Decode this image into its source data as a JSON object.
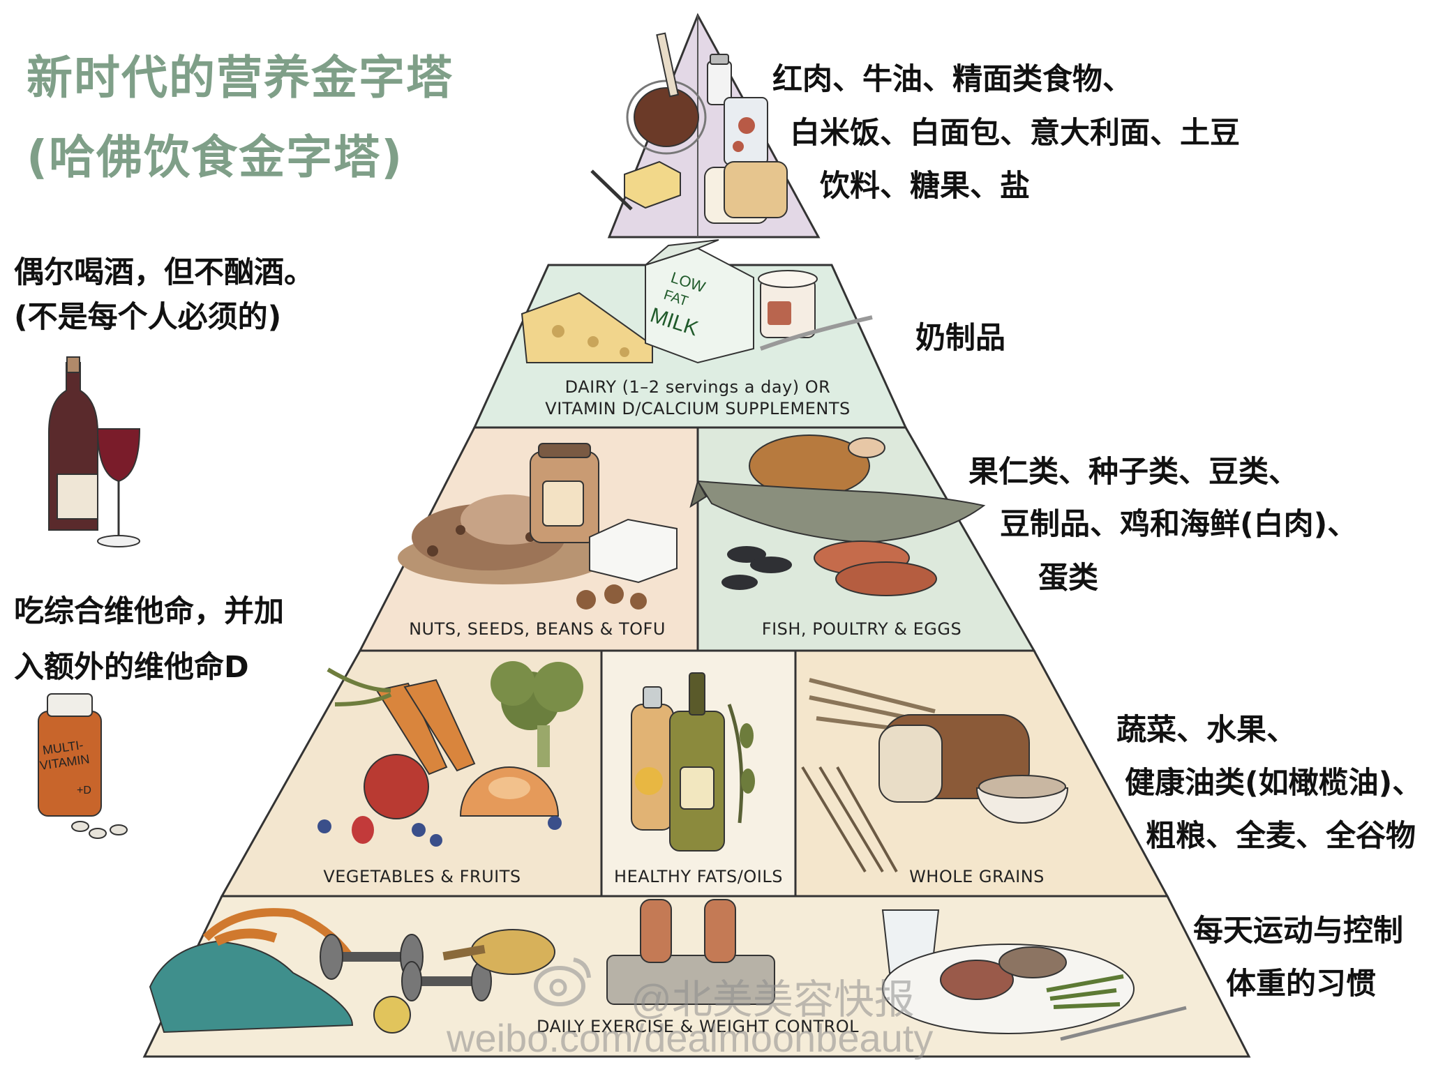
{
  "title": {
    "line1": "新时代的营养金字塔",
    "line2": "(哈佛饮食金字塔)"
  },
  "left_notes": {
    "alcohol": [
      "偶尔喝酒，但不酗酒。",
      "(不是每个人必须的)"
    ],
    "vitamin": [
      "吃综合维他命，并加",
      "入额外的维他命D"
    ]
  },
  "right_notes": {
    "top": [
      "红肉、牛油、精面类食物、",
      "白米饭、白面包、意大利面、土豆",
      "饮料、糖果、盐"
    ],
    "dairy": [
      "奶制品"
    ],
    "protein": [
      "果仁类、种子类、豆类、",
      "豆制品、鸡和海鲜(白肉)、",
      "蛋类"
    ],
    "plants": [
      "蔬菜、水果、",
      "健康油类(如橄榄油)、",
      "粗粮、全麦、全谷物"
    ],
    "exercise": [
      "每天运动与控制",
      "体重的习惯"
    ]
  },
  "pyramid": {
    "dairy_caption": [
      "DAIRY (1–2 servings a day) OR",
      "VITAMIN D/CALCIUM SUPPLEMENTS"
    ],
    "nuts_caption": "NUTS, SEEDS, BEANS & TOFU",
    "fish_caption": "FISH, POULTRY & EGGS",
    "veg_caption": "VEGETABLES & FRUITS",
    "oils_caption": "HEALTHY FATS/OILS",
    "grains_caption": "WHOLE GRAINS",
    "exercise_caption": "DAILY EXERCISE & WEIGHT CONTROL"
  },
  "illustration_labels": {
    "milk_carton": [
      "LOW",
      "FAT",
      "MILK"
    ],
    "vitamin_bottle": [
      "MULTI-",
      "VITAMIN",
      "+D"
    ]
  },
  "watermark": {
    "handle": "@北美美容快报",
    "url": "weibo.com/dealmoonbeauty"
  },
  "colors": {
    "title": "#7f9f88",
    "top_tier": "#e3d8e6",
    "dairy_tier": "#deede2",
    "nuts_tier": "#f5e3d0",
    "fish_tier": "#dde9dc",
    "plant_tier": "#f3e6cf",
    "exercise_tier": "#f5ecd8"
  }
}
